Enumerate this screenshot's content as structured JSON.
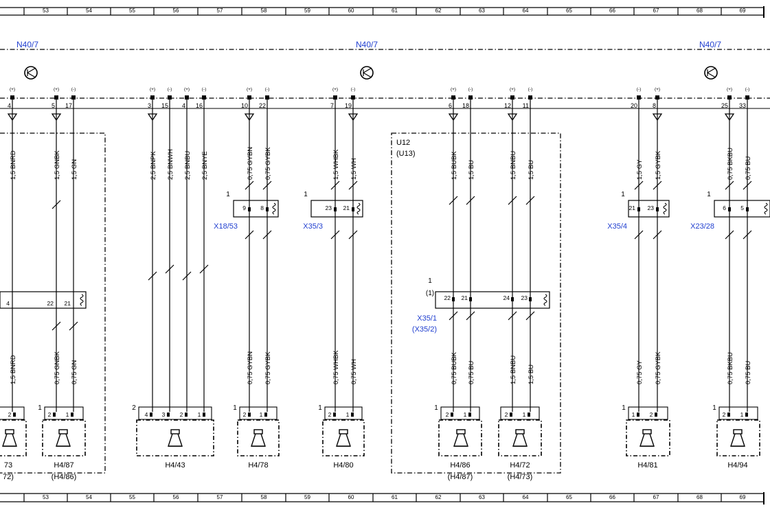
{
  "columns": [
    "53",
    "54",
    "55",
    "56",
    "57",
    "58",
    "59",
    "60",
    "61",
    "62",
    "63",
    "64",
    "65",
    "66",
    "67",
    "68",
    "69"
  ],
  "buses": [
    "N40/7",
    "N40/7",
    "N40/7"
  ],
  "pins": [
    {
      "pin": "4",
      "pol": "(+)"
    },
    {
      "pin": "5",
      "pol": "(+)"
    },
    {
      "pin": "17",
      "pol": "(-)"
    },
    {
      "pin": "3",
      "pol": "(+)"
    },
    {
      "pin": "15",
      "pol": "(-)"
    },
    {
      "pin": "4",
      "pol": "(+)"
    },
    {
      "pin": "16",
      "pol": "(-)"
    },
    {
      "pin": "10",
      "pol": "(+)"
    },
    {
      "pin": "22",
      "pol": "(-)"
    },
    {
      "pin": "7",
      "pol": "(+)"
    },
    {
      "pin": "19",
      "pol": "(-)"
    },
    {
      "pin": "6",
      "pol": "(+)"
    },
    {
      "pin": "18",
      "pol": "(-)"
    },
    {
      "pin": "12",
      "pol": "(+)"
    },
    {
      "pin": "11",
      "pol": "(-)"
    },
    {
      "pin": "20",
      "pol": "(-)"
    },
    {
      "pin": "8",
      "pol": "(+)"
    },
    {
      "pin": "25",
      "pol": "(+)"
    },
    {
      "pin": "33",
      "pol": "(-)"
    }
  ],
  "upper_wires": [
    "1,5 BNRD",
    "1,5 GNBK",
    "1,5 GN",
    "2,5 BNPK",
    "2,5 BNWH",
    "2,5 BNBU",
    "2,5 BNYE",
    "0,75 GYBN",
    "0,75 GYBK",
    "1,5 WHBK",
    "1,5 WH",
    "1,5 BUBK",
    "1,5 BU",
    "1,5 BNBU",
    "1,5 BU",
    "1,5 GY",
    "1,5 GYBK",
    "0,75 BKBU",
    "0,75 BU"
  ],
  "lower_wires": [
    "1,5 BNRD",
    "0,75 GNBK",
    "0,75 GN",
    "0,75 GYBN",
    "0,75 GYBK",
    "0,75 WHBK",
    "0,75 WH",
    "0,75 BUBK",
    "0,75 BU",
    "1,5 BNBU",
    "1,5 BU",
    "0,75 GY",
    "0,75 GYBK",
    "0,75 BKBU",
    "0,75 BU"
  ],
  "module": {
    "name": "U12",
    "alt": "(U13)"
  },
  "connectors": [
    {
      "name": "X18/53",
      "num": "1",
      "pins": [
        "9",
        "8"
      ]
    },
    {
      "name": "X35/3",
      "num": "1",
      "pins": [
        "23",
        "21"
      ]
    },
    {
      "name": "X35/4",
      "num": "1",
      "pins": [
        "21",
        "23"
      ]
    },
    {
      "name": "X23/28",
      "num": "1",
      "pins": [
        "6",
        "5"
      ]
    },
    {
      "name": "X35/1",
      "alt": "(X35/2)",
      "num": "1",
      "sub": "(1)",
      "pins": [
        "22",
        "21",
        "24",
        "23"
      ]
    }
  ],
  "left_connector_pins": [
    "4",
    "22",
    "21"
  ],
  "speakers": [
    {
      "name": "73",
      "alt": "72)",
      "num": "",
      "pins": [
        "2"
      ]
    },
    {
      "name": "H4/87",
      "alt": "(H4/86)",
      "num": "1",
      "pins": [
        "2",
        "1"
      ]
    },
    {
      "name": "H4/43",
      "alt": "",
      "num": "2",
      "pins": [
        "4",
        "3",
        "2",
        "1"
      ]
    },
    {
      "name": "H4/78",
      "alt": "",
      "num": "1",
      "pins": [
        "2",
        "1"
      ]
    },
    {
      "name": "H4/80",
      "alt": "",
      "num": "1",
      "pins": [
        "2",
        "1"
      ]
    },
    {
      "name": "H4/86",
      "alt": "(H4/87)",
      "num": "1",
      "pins": [
        "2",
        "1"
      ]
    },
    {
      "name": "H4/72",
      "alt": "(H4/73)",
      "num": "",
      "pins": [
        "2",
        "1"
      ]
    },
    {
      "name": "H4/81",
      "alt": "",
      "num": "1",
      "pins": [
        "1",
        "2"
      ]
    },
    {
      "name": "H4/94",
      "alt": "",
      "num": "1",
      "pins": [
        "2",
        "1"
      ]
    }
  ],
  "colors": {
    "ink": "#000000",
    "label_blue": "#1f3ecf"
  }
}
